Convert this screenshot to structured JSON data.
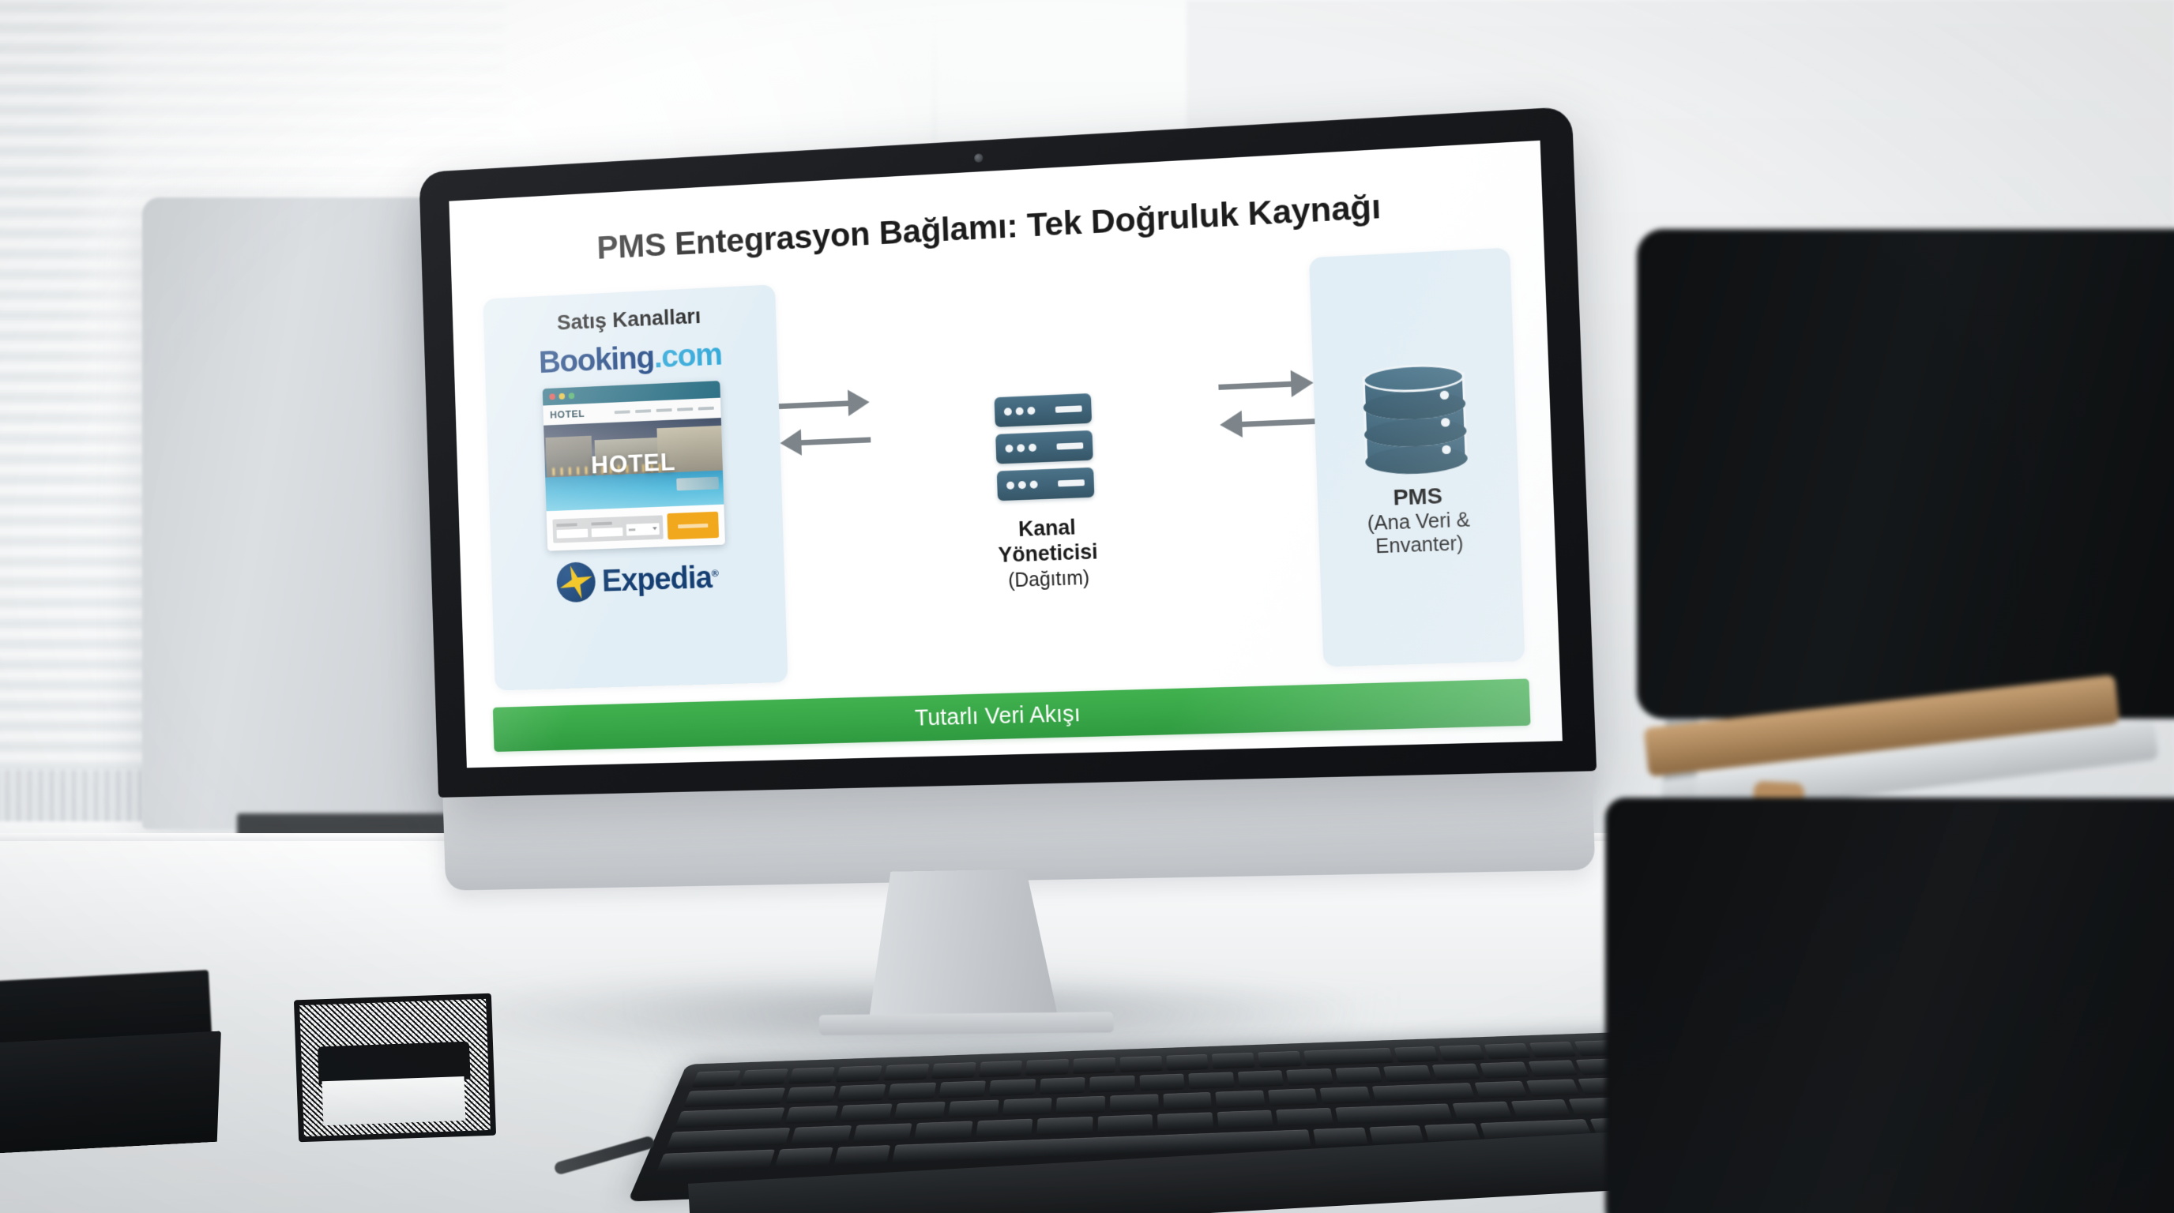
{
  "slide": {
    "title": "PMS Entegrasyon Bağlamı: Tek Doğruluk Kaynağı",
    "channels_panel": {
      "heading": "Satış Kanalları",
      "logos": [
        {
          "name": "booking-com-logo",
          "text_dark": "Booking",
          "text_dot": ".",
          "text_com": "com"
        },
        {
          "name": "expedia-logo",
          "text": "Expedia",
          "registered": "®"
        }
      ],
      "hotel_site_mockup": {
        "brand": "HOTEL",
        "hero_title": "HOTEL",
        "window_dots": [
          "red",
          "yellow",
          "green"
        ],
        "cta_button": "search-button"
      }
    },
    "channel_manager": {
      "line1": "Kanal",
      "line2": "Yöneticisi",
      "line3": "(Dağıtım)",
      "icon": "server-stack-icon",
      "server_count": 3
    },
    "pms_panel": {
      "line1": "PMS",
      "line2": "(Ana Veri &",
      "line3": "Envanter)",
      "icon": "database-cylinder-icon",
      "disc_count": 3
    },
    "arrows": {
      "left_group": [
        "arrow-right",
        "arrow-left"
      ],
      "right_group": [
        "arrow-right",
        "arrow-left"
      ]
    },
    "banner": {
      "label": "Tutarlı Veri Akışı"
    }
  },
  "colors": {
    "panel_background": "#e2eef5",
    "server_blue": "#3f6378",
    "database_blue": "#4b7288",
    "arrow_gray": "#7d858a",
    "banner_green": "#36a546",
    "booking_dark_blue": "#18407f",
    "booking_light_blue": "#30a8d8",
    "expedia_blue": "#153f72",
    "expedia_yellow": "#f2c318",
    "cta_orange": "#f2a81d",
    "slide_background": "#ffffff",
    "title_text": "#1c1c1c"
  },
  "scene": {
    "description": "office-desk-with-monitor",
    "objects": [
      "desktop-monitor",
      "keyboard",
      "pen-cup",
      "paper-tray",
      "memo-cube-holder",
      "office-chair",
      "background-monitor",
      "window-blinds"
    ]
  }
}
